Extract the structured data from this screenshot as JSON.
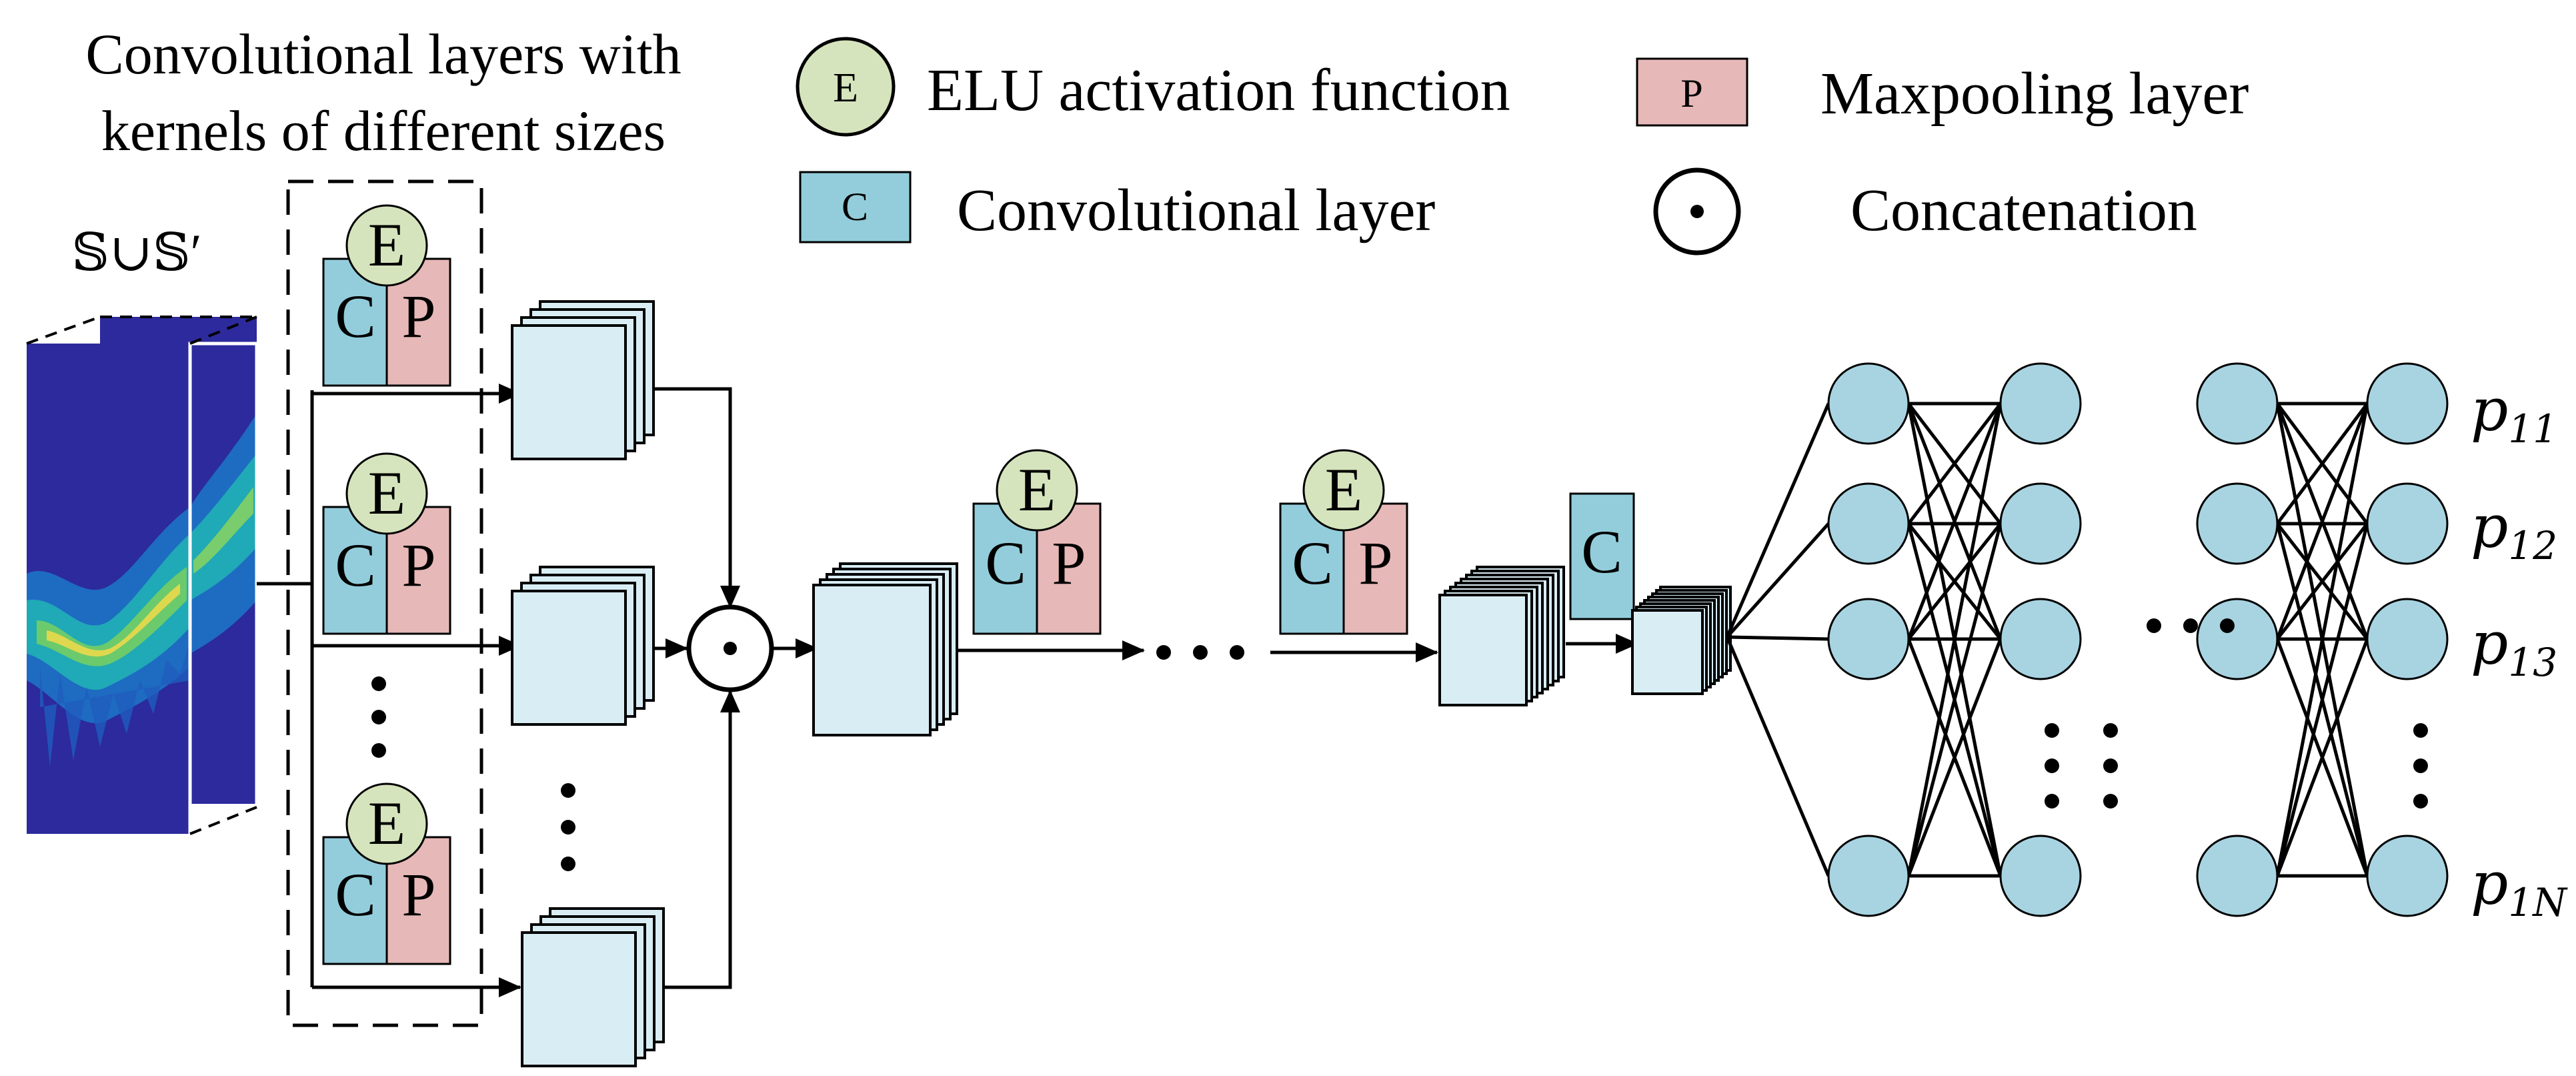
{
  "title": {
    "line1": "Convolutional layers with",
    "line2": "kernels of different sizes"
  },
  "input_label": "𝕊∪𝕊′",
  "legend": {
    "elu": {
      "symbol": "E",
      "label": "ELU activation function"
    },
    "maxpool": {
      "symbol": "P",
      "label": "Maxpooling layer"
    },
    "conv": {
      "symbol": "C",
      "label": "Convolutional layer"
    },
    "concat": {
      "symbol": "⊙",
      "label": "Concatenation"
    }
  },
  "block": {
    "e": "E",
    "c": "C",
    "p": "P"
  },
  "outputs": [
    "p11",
    "p12",
    "p13",
    "p1N"
  ],
  "colors": {
    "conv": "#93cddb",
    "pool": "#e6b8b7",
    "elu": "#d6e4bd",
    "feature_map": "#d9edf4",
    "neuron": "#a8d4e2",
    "heatmap_bg": "#2c2a9c"
  },
  "icons": [
    "concatenation-icon",
    "ellipsis-icon",
    "arrow-icon"
  ]
}
